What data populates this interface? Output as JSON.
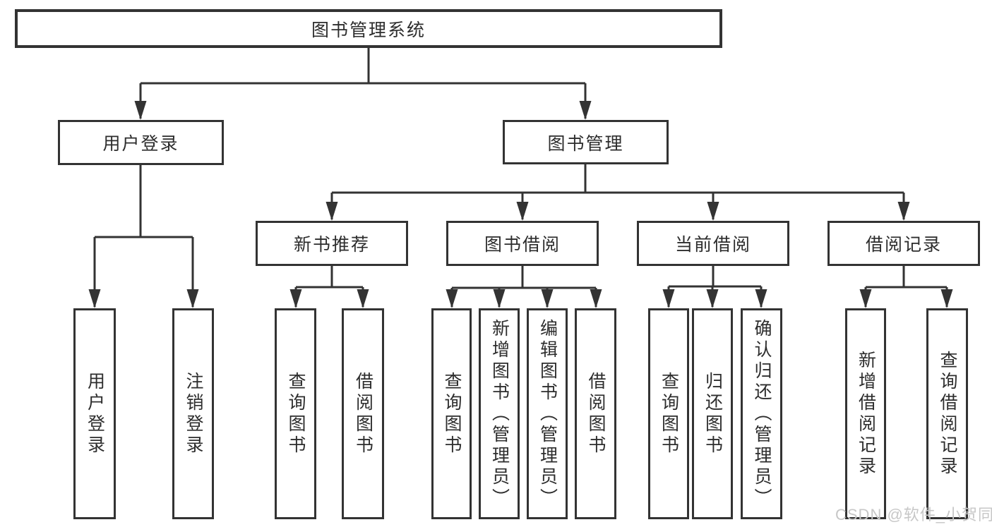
{
  "root": {
    "label": "图书管理系统"
  },
  "branch_user": {
    "label": "用户登录",
    "children": [
      {
        "label": "用户登录"
      },
      {
        "label": "注销登录"
      }
    ]
  },
  "branch_books": {
    "label": "图书管理",
    "groups": [
      {
        "label": "新书推荐",
        "children": [
          {
            "label": "查询图书"
          },
          {
            "label": "借阅图书"
          }
        ]
      },
      {
        "label": "图书借阅",
        "children": [
          {
            "label": "查询图书"
          },
          {
            "label": "新增图书（管理员）"
          },
          {
            "label": "编辑图书（管理员）"
          },
          {
            "label": "借阅图书"
          }
        ]
      },
      {
        "label": "当前借阅",
        "children": [
          {
            "label": "查询图书"
          },
          {
            "label": "归还图书"
          },
          {
            "label": "确认归还（管理员）"
          }
        ]
      },
      {
        "label": "借阅记录",
        "children": [
          {
            "label": "新增借阅记录"
          },
          {
            "label": "查询借阅记录"
          }
        ]
      }
    ]
  },
  "watermark": {
    "text": "CSDN @软件_小贺同学"
  },
  "colors": {
    "line": "#333333",
    "text": "#2d2d2d",
    "background": "#ffffff",
    "watermark": "#c7c7c7"
  }
}
